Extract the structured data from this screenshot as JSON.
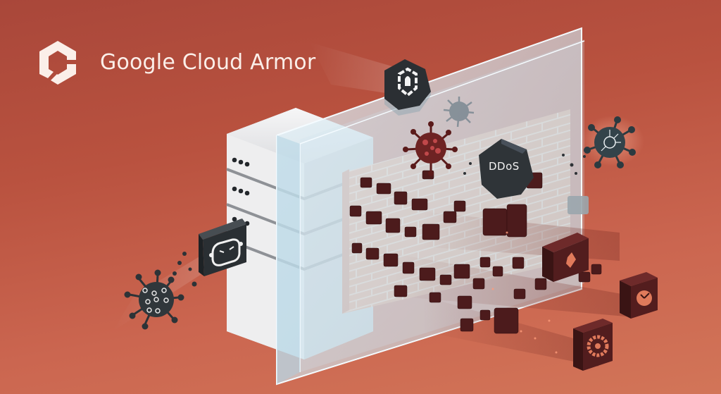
{
  "brand": {
    "logo_icon": "google-cloud-armor-hexagon-logo",
    "title": "Google Cloud Armor"
  },
  "scene": {
    "description": "Isometric illustration: a glass shield wall in front of a server rack; brick firewall behind glass shattering malicious blocks",
    "labels": {
      "ddos": "DDoS"
    },
    "icons": [
      "shield-malware-icon",
      "bot-face-icon",
      "virus-icon",
      "network-virus-icon",
      "ddos-hexagon-icon",
      "bug-cube-icon",
      "clock-cube-icon",
      "target-cube-icon",
      "server-rack-icon",
      "brick-firewall-icon"
    ],
    "colors": {
      "background_top": "#a9473a",
      "background_bottom": "#d27558",
      "glass": "#cfe4ee",
      "brick": "#e48a66",
      "threat_block": "#4a1a1a",
      "dark_icon": "#2c3236",
      "text": "#fbefe9"
    }
  }
}
